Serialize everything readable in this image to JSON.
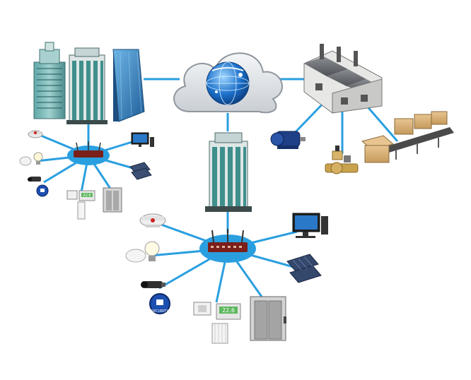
{
  "diagram": {
    "title": "",
    "line_color": "#2a9fe0",
    "hub_color": "#2a9fe0",
    "router_color": "#7a1f1a",
    "cloud": {
      "icon": "globe-icon"
    },
    "clusters": [
      {
        "id": "left",
        "source": "office-towers",
        "devices": [
          "smoke-detector",
          "motion-sensor-with-bulb",
          "security-camera",
          "security-badge",
          "hvac-thermostat",
          "elevator",
          "solar-panel",
          "desktop-computer"
        ]
      },
      {
        "id": "center",
        "source": "office-tower",
        "devices": [
          "smoke-detector",
          "motion-sensor-with-bulb",
          "security-camera",
          "security-badge",
          "hvac-thermostat",
          "elevator",
          "solar-panel",
          "desktop-computer"
        ]
      },
      {
        "id": "right",
        "source": "factory",
        "devices": [
          "electric-motor",
          "valve",
          "conveyor-with-boxes"
        ]
      }
    ],
    "device_labels": {
      "thermostat_center": "22.6",
      "thermostat_left": "22.6",
      "security_label": "SECURITY"
    }
  }
}
